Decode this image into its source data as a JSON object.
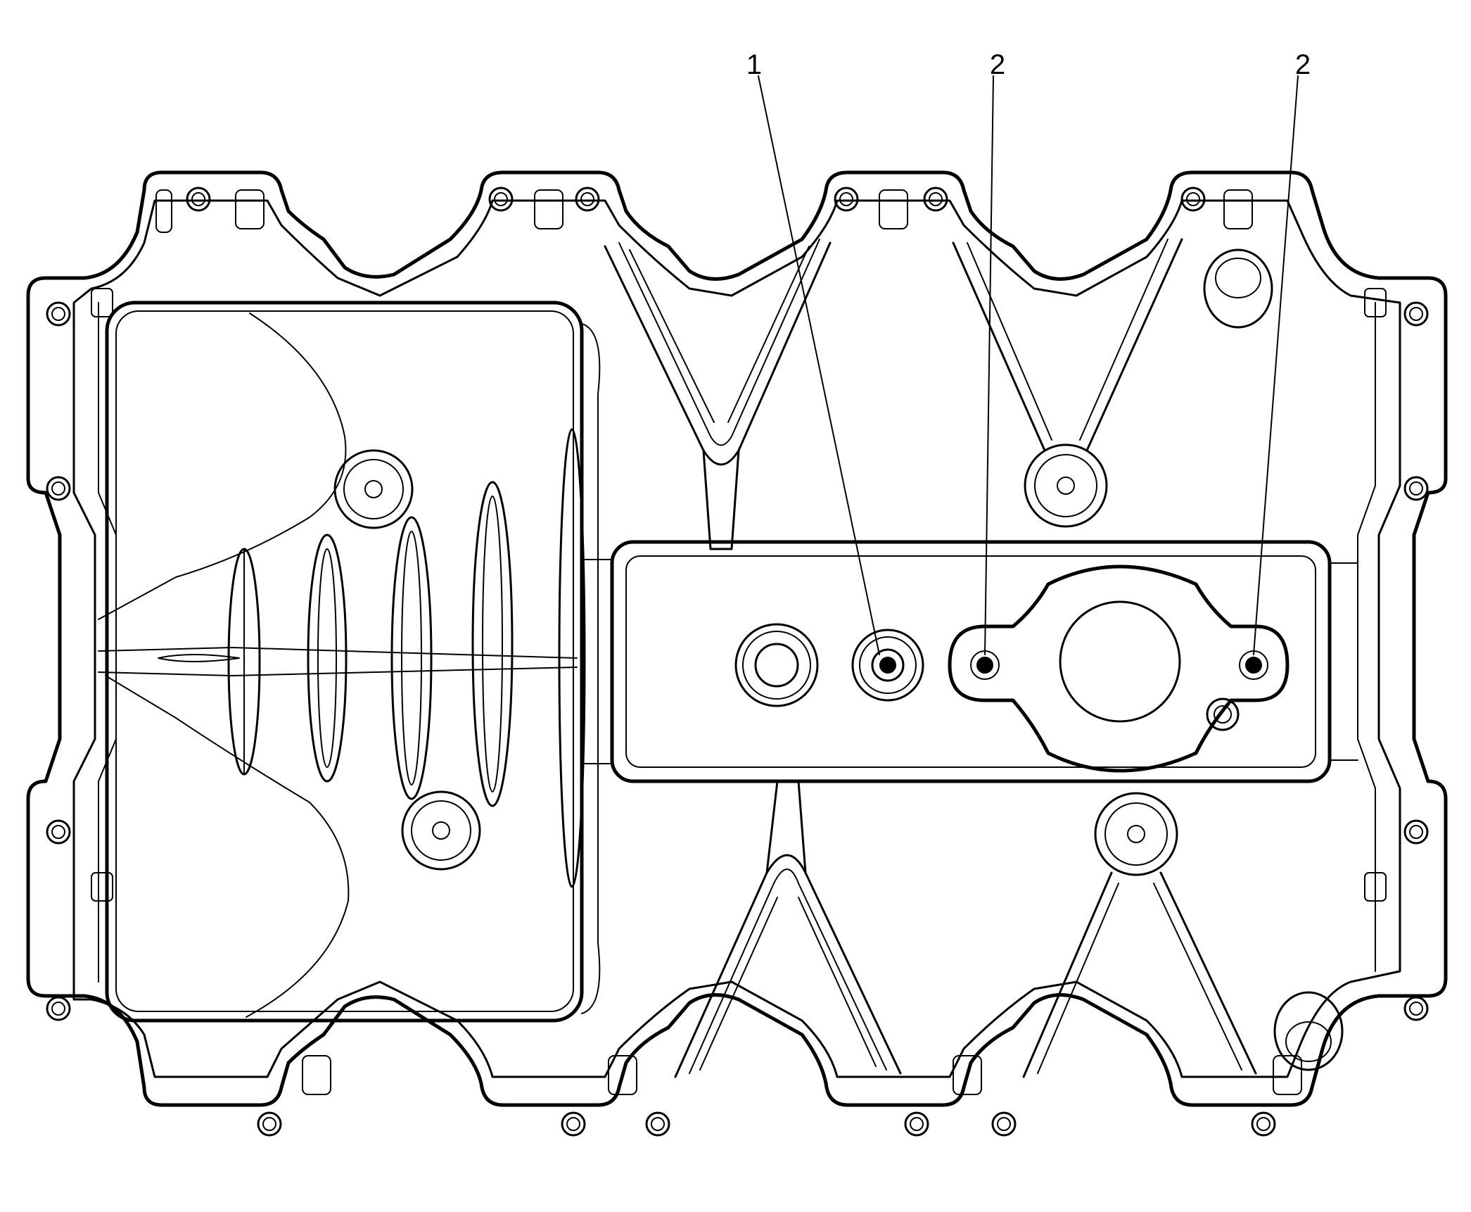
{
  "callouts": [
    {
      "id": "1",
      "label": "1"
    },
    {
      "id": "2a",
      "label": "2"
    },
    {
      "id": "2b",
      "label": "2"
    }
  ],
  "colors": {
    "line": "#000000",
    "background": "#ffffff"
  }
}
